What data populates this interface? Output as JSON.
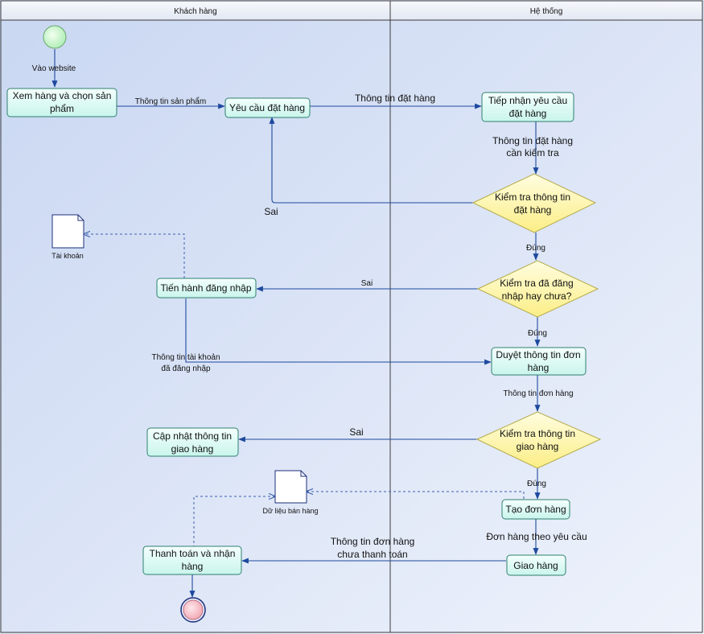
{
  "lanes": {
    "customer": "Khách hàng",
    "system": "Hệ thống"
  },
  "colors": {
    "activity_fill": "#e0fcf6",
    "activity_border": "#2f7f6f",
    "decision_fill": "#fff7a8",
    "decision_border": "#b4aa4a",
    "start_fill": "#c8f5c4",
    "end_fill": "#f5b8c2",
    "line": "#1e4a9e",
    "dashed_line": "#3b5fae"
  },
  "nodes": {
    "browse": {
      "line1": "Xem hàng và chọn sản",
      "line2": "phẩm"
    },
    "order_request": {
      "line1": "Yêu cầu đặt hàng"
    },
    "receive_request": {
      "line1": "Tiếp nhận yêu cầu",
      "line2": "đặt hàng"
    },
    "check_info": {
      "line1": "Kiểm tra thông tin",
      "line2": "đặt hàng"
    },
    "login": {
      "line1": "Tiến hành đăng nhập"
    },
    "check_login": {
      "line1": "Kiểm tra đã đăng",
      "line2": "nhập hay chưa?"
    },
    "review_order": {
      "line1": "Duyệt thông tin đơn",
      "line2": "hàng"
    },
    "check_delivery": {
      "line1": "Kiểm tra thông tin",
      "line2": "giao hàng"
    },
    "update_delivery": {
      "line1": "Cập nhật thông tin",
      "line2": "giao hàng"
    },
    "create_order": {
      "line1": "Tạo đơn hàng"
    },
    "deliver": {
      "line1": "Giao hàng"
    },
    "pay_receive": {
      "line1": "Thanh toán và nhận",
      "line2": "hàng"
    }
  },
  "documents": {
    "account": "Tài khoản",
    "sales_data": "Dữ liệu bán hàng"
  },
  "edge_labels": {
    "visit_site": "Vào website",
    "product_info": "Thông tin sản phẩm",
    "order_info": "Thông tin đặt hàng",
    "order_info_check_1": "Thông tin đặt hàng",
    "order_info_check_2": "cần kiểm tra",
    "wrong_1": "Sai",
    "correct_1": "Đúng",
    "wrong_2": "Sai",
    "account_info_1": "Thông tin tài khoản",
    "account_info_2": "đã đăng nhập",
    "correct_2": "Đúng",
    "order_details": "Thông tin đơn hàng",
    "wrong_3": "Sai",
    "correct_3": "Đúng",
    "order_on_request": "Đơn hàng theo yêu cầu",
    "unpaid_1": "Thông tin đơn hàng",
    "unpaid_2": "chưa thanh toán"
  }
}
